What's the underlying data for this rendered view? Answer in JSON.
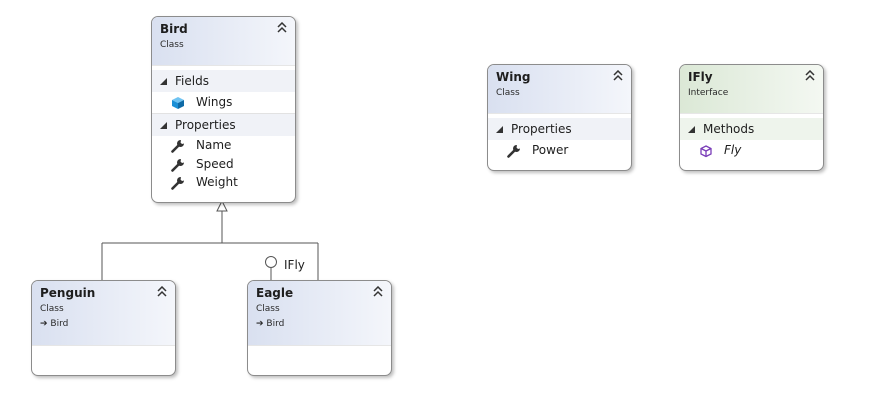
{
  "bird": {
    "name": "Bird",
    "kind": "Class",
    "fields_label": "Fields",
    "fields": [
      "Wings"
    ],
    "properties_label": "Properties",
    "properties": [
      "Name",
      "Speed",
      "Weight"
    ]
  },
  "wing": {
    "name": "Wing",
    "kind": "Class",
    "properties_label": "Properties",
    "properties": [
      "Power"
    ]
  },
  "ifly": {
    "name": "IFly",
    "kind": "Interface",
    "methods_label": "Methods",
    "methods": [
      "Fly"
    ]
  },
  "penguin": {
    "name": "Penguin",
    "kind": "Class",
    "base": "Bird"
  },
  "eagle": {
    "name": "Eagle",
    "kind": "Class",
    "base": "Bird",
    "implements": "IFly"
  },
  "icons": {
    "collapse": "double-chevron-up-icon",
    "section": "expanded-triangle-icon",
    "field": "field-cube-icon",
    "property": "wrench-icon",
    "method": "method-cube-icon",
    "inherits": "inherits-arrow-icon"
  },
  "colors": {
    "class_header": "#d9e0f0",
    "interface_header": "#dbe8d6",
    "border": "#8c8c8c",
    "connector": "#555555",
    "field_icon": "#1a8fd6",
    "method_icon": "#7a3db8"
  }
}
